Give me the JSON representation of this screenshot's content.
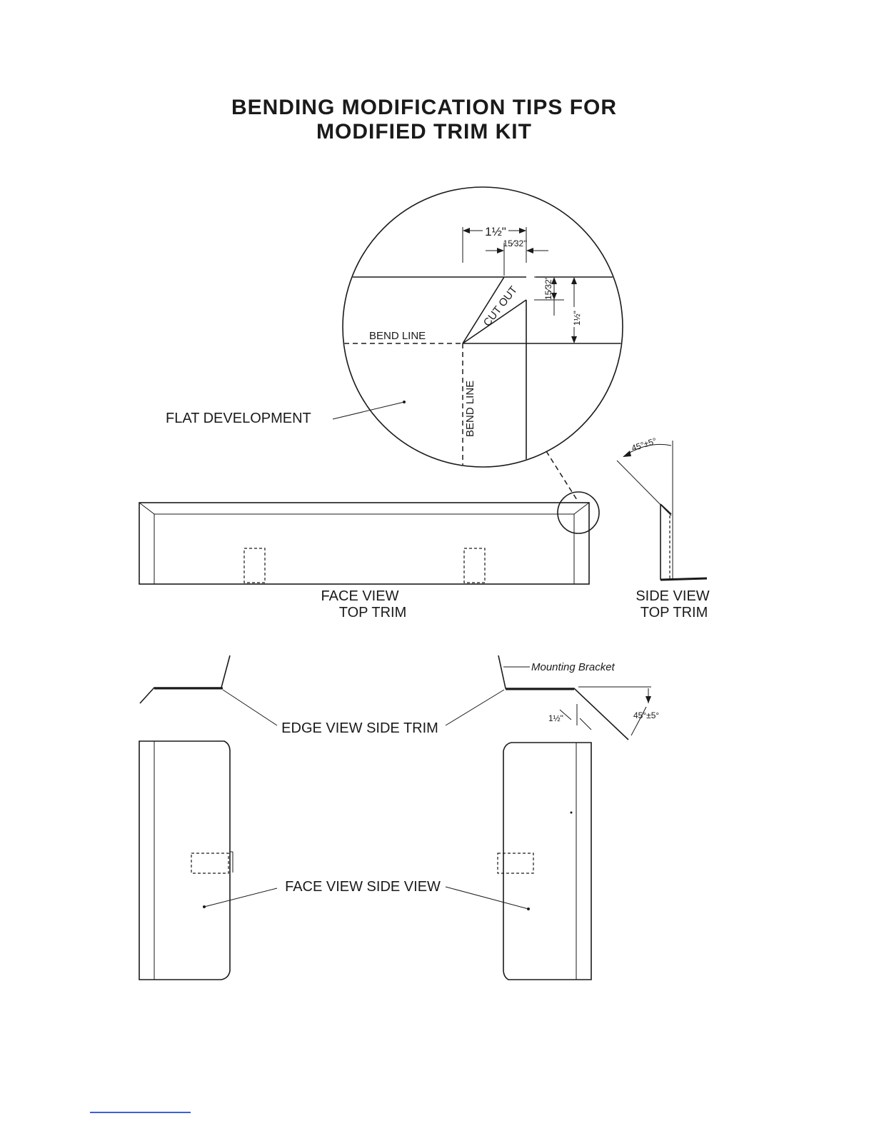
{
  "title": {
    "line1": "BENDING MODIFICATION TIPS FOR",
    "line2": "MODIFIED TRIM KIT"
  },
  "labels": {
    "flat_development": "FLAT DEVELOPMENT",
    "bend_line_horizontal": "BEND LINE",
    "bend_line_vertical": "BEND LINE",
    "cut_out": "CUT OUT",
    "face_view": "FACE VIEW",
    "top_trim": "TOP TRIM",
    "side_view": "SIDE VIEW",
    "side_view_top_trim": "TOP TRIM",
    "mounting_bracket": "Mounting Bracket",
    "edge_view_side_trim": "EDGE VIEW SIDE TRIM",
    "face_view_side_view": "FACE VIEW SIDE VIEW"
  },
  "dimensions": {
    "width_total": "1½\"",
    "width_small": "15⁄32\"",
    "height_small": "15⁄32\"",
    "height_total": "1½\"",
    "angle_side_view": "45°±5°",
    "angle_edge_view": "45°±5°",
    "edge_offset": "1½\""
  }
}
